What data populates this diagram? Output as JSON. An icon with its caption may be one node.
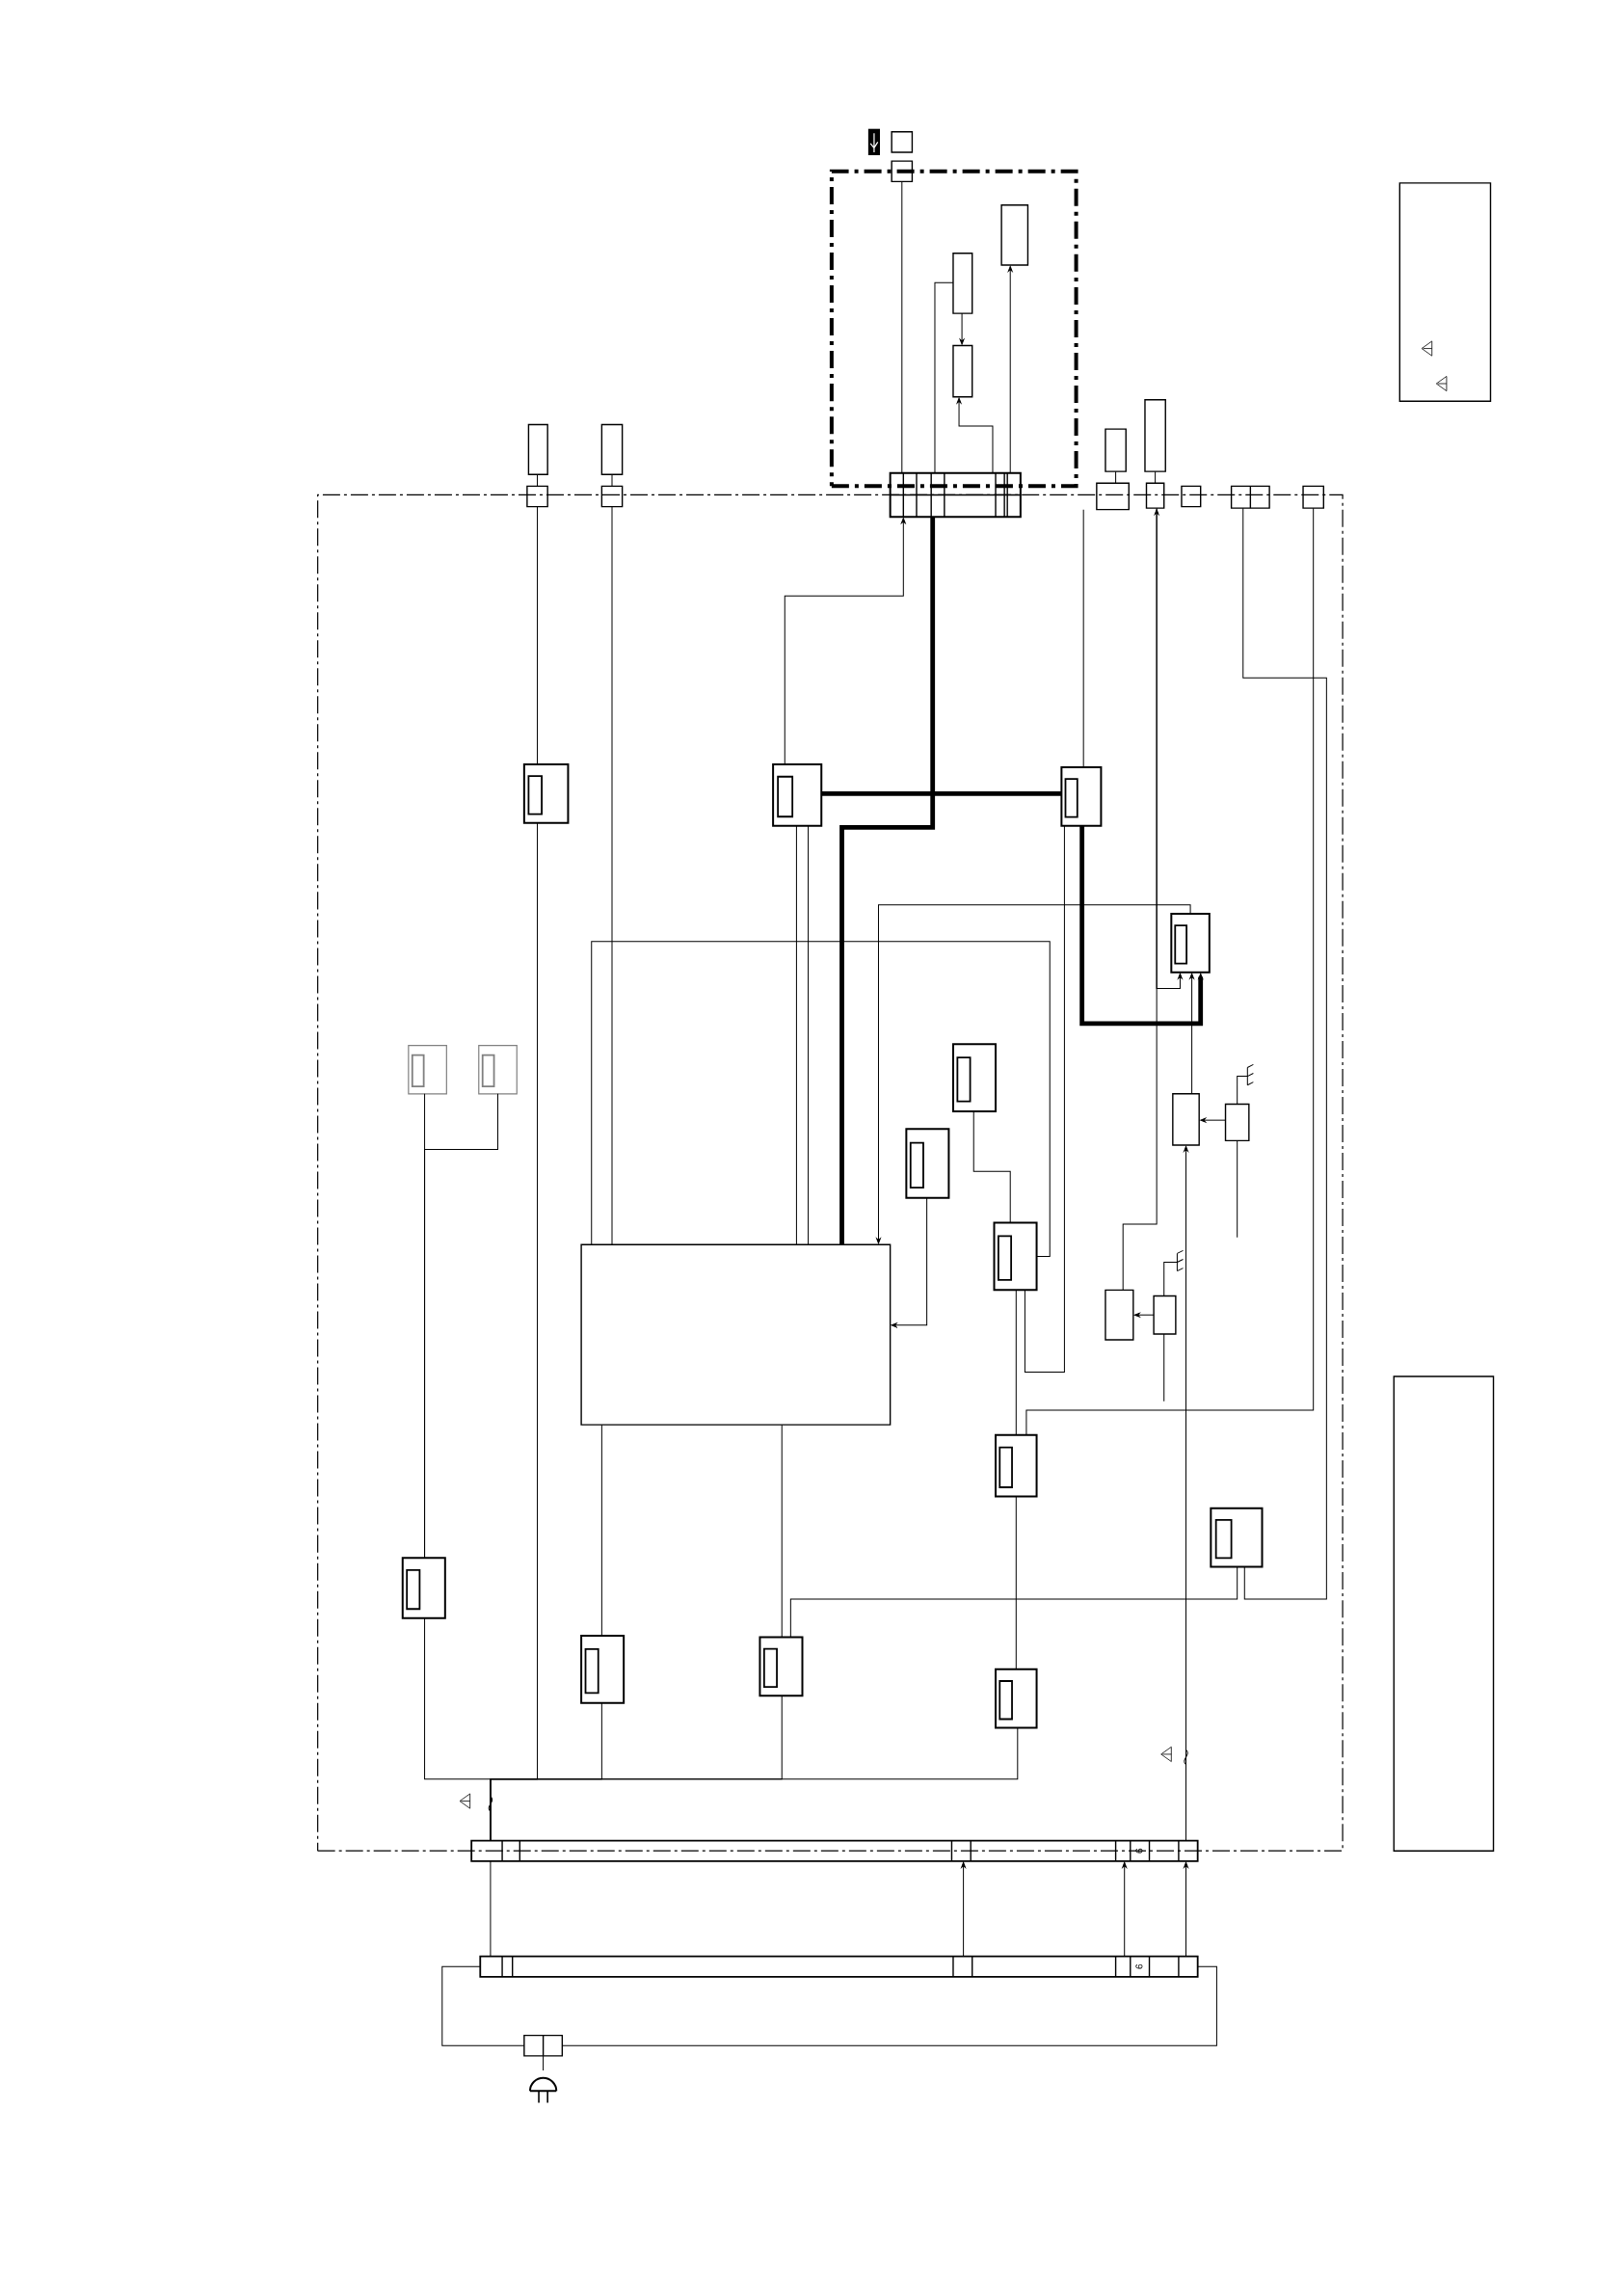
{
  "diagram": {
    "nodes": [
      {
        "text": [],
        "shape": "box"
      },
      {
        "text": [],
        "shape": "box"
      },
      {
        "text": [],
        "shape": "box"
      },
      {
        "text": [],
        "shape": "box"
      },
      {
        "text": [],
        "shape": "box",
        "in": 1
      },
      {
        "text": [],
        "shape": "box",
        "in": 1
      },
      {
        "text": [],
        "shape": "box",
        "in": 1
      },
      {
        "text": [],
        "shape": "box"
      },
      {
        "text": [],
        "shape": "box"
      },
      {
        "text": [],
        "shape": "box"
      },
      {
        "text": [],
        "shape": "box"
      },
      {
        "text": [],
        "shape": "box"
      },
      {
        "text": [],
        "shape": "box"
      },
      {
        "text": [],
        "shape": "box"
      },
      {
        "text": [],
        "shape": "box"
      },
      {
        "text": [],
        "shape": "box"
      },
      {
        "text": [],
        "shape": "box"
      },
      {
        "text": [],
        "shape": "box"
      },
      {
        "text": [],
        "shape": "box"
      },
      {
        "text": [],
        "shape": "box"
      },
      {
        "text": [],
        "shape": "box"
      },
      {
        "text": [],
        "shape": "box",
        "in": 0
      },
      {
        "text": [],
        "shape": "box",
        "in": 0
      },
      {
        "text": [],
        "shape": "box",
        "in": 0
      },
      {
        "text": [],
        "shape": "box",
        "in": 0
      },
      {
        "text": [],
        "shape": "box",
        "in": 0
      },
      {
        "text": [],
        "shape": "box",
        "in": 0
      },
      {
        "text": [],
        "shape": "box",
        "in": 0
      },
      {
        "text": [],
        "shape": "box",
        "in": 0
      },
      {
        "text": [],
        "shape": "box",
        "in": 0
      },
      {
        "text": [],
        "shape": "box",
        "in": 0
      },
      {
        "text": [],
        "shape": "box",
        "in": 0
      },
      {
        "text": [],
        "shape": "box",
        "in": 0
      },
      {
        "text": [],
        "shape": "box",
        "in": 0
      },
      {
        "text": [],
        "shape": "box",
        "in": 0
      },
      {
        "text": [],
        "shape": "box",
        "in": 0
      },
      {
        "text": [],
        "shape": "box",
        "in": 0
      },
      {
        "text": [],
        "shape": "box",
        "in": 0
      },
      {
        "text": [],
        "shape": "box",
        "in": 0
      },
      {
        "text": [],
        "shape": "box",
        "in": 0
      },
      {
        "text": [],
        "shape": "box",
        "in": 0
      },
      {
        "text": [],
        "shape": "box"
      },
      {
        "text": [],
        "shape": "box"
      },
      {
        "text": [],
        "shape": "box"
      },
      {
        "text": [],
        "shape": "plug"
      }
    ],
    "edges": [
      {
        "from": 3,
        "to": 7,
        "arrow": "none"
      },
      {
        "from": 4,
        "to": 5,
        "arrow": "to"
      },
      {
        "from": 7,
        "to": 5,
        "arrow": "to"
      },
      {
        "from": 4,
        "to": 7,
        "arrow": "none"
      },
      {
        "from": 7,
        "to": 6,
        "arrow": "to"
      },
      {
        "from": 8,
        "to": 10,
        "arrow": "none"
      },
      {
        "from": 9,
        "to": 11,
        "arrow": "none"
      },
      {
        "from": 13,
        "to": 12,
        "arrow": "none"
      },
      {
        "from": 15,
        "to": 14,
        "arrow": "none"
      },
      {
        "from": 10,
        "to": 21,
        "arrow": "none"
      },
      {
        "from": 11,
        "to": 32,
        "arrow": "none"
      },
      {
        "from": 22,
        "to": 7,
        "arrow": "to"
      },
      {
        "from": 22,
        "to": 23,
        "arrow": "none",
        "style": "thick"
      },
      {
        "from": 7,
        "to": 32,
        "arrow": "none",
        "style": "thick"
      },
      {
        "from": 12,
        "to": 23,
        "arrow": "none"
      },
      {
        "from": 23,
        "to": 24,
        "arrow": "to",
        "style": "thick"
      },
      {
        "from": 33,
        "to": 14,
        "arrow": "to"
      },
      {
        "from": 14,
        "to": 24,
        "arrow": "to"
      },
      {
        "from": 29,
        "to": 24,
        "arrow": "to"
      },
      {
        "from": 30,
        "to": 29,
        "arrow": "to"
      },
      {
        "from": 34,
        "to": 33,
        "arrow": "to"
      },
      {
        "from": 25,
        "to": 37,
        "arrow": "none"
      },
      {
        "from": 26,
        "to": 37,
        "arrow": "none"
      },
      {
        "from": 37,
        "to": 41,
        "arrow": "none"
      },
      {
        "from": 21,
        "to": 41,
        "arrow": "none"
      },
      {
        "from": 38,
        "to": 41,
        "arrow": "none"
      },
      {
        "from": 39,
        "to": 41,
        "arrow": "none"
      },
      {
        "from": 40,
        "to": 41,
        "arrow": "none"
      },
      {
        "from": 41,
        "to": 42,
        "arrow": "none"
      },
      {
        "from": 42,
        "to": 41,
        "arrow": "to"
      },
      {
        "from": 42,
        "to": 41,
        "arrow": "to"
      },
      {
        "from": 42,
        "to": 41,
        "arrow": "to"
      },
      {
        "from": 42,
        "to": 43,
        "arrow": "none"
      },
      {
        "from": 42,
        "to": 43,
        "arrow": "none"
      },
      {
        "from": 43,
        "to": 44,
        "arrow": "none"
      },
      {
        "from": 41,
        "to": 29,
        "arrow": "to"
      },
      {
        "from": 22,
        "to": 32,
        "arrow": "none"
      },
      {
        "from": 22,
        "to": 32,
        "arrow": "none"
      },
      {
        "from": 31,
        "to": 35,
        "arrow": "none"
      },
      {
        "from": 35,
        "to": 40,
        "arrow": "none"
      },
      {
        "from": 27,
        "to": 31,
        "arrow": "none"
      },
      {
        "from": 28,
        "to": 32,
        "arrow": "to"
      },
      {
        "from": 36,
        "to": 39,
        "arrow": "none"
      },
      {
        "from": 32,
        "to": 38,
        "arrow": "none"
      },
      {
        "from": 32,
        "to": 39,
        "arrow": "none"
      },
      {
        "from": 32,
        "to": 31,
        "arrow": "none"
      },
      {
        "from": 24,
        "to": 32,
        "arrow": "to"
      },
      {
        "from": 23,
        "to": 31,
        "arrow": "none"
      },
      {
        "from": 17,
        "to": 36,
        "arrow": "none"
      },
      {
        "from": 18,
        "to": 35,
        "arrow": "none"
      }
    ],
    "labels": [
      "6",
      "6"
    ]
  }
}
